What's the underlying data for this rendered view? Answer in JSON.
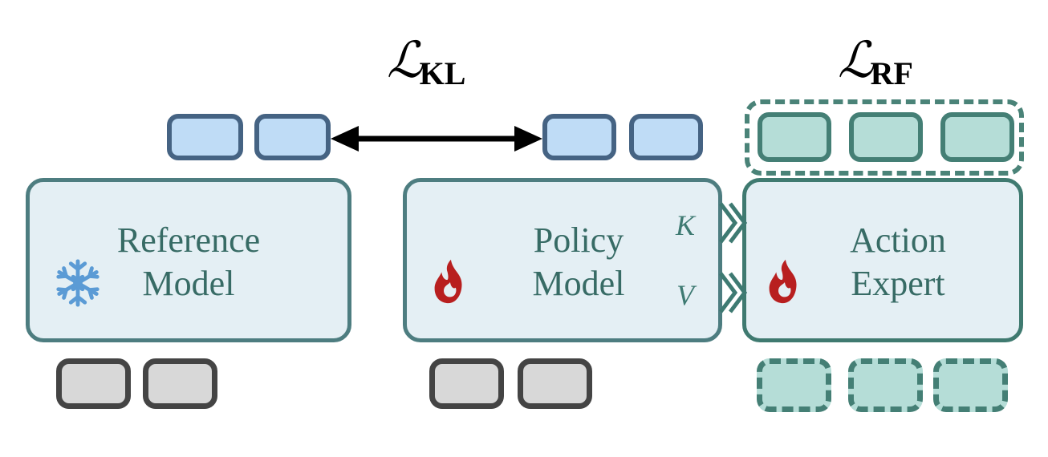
{
  "diagram": {
    "title_labels": [
      {
        "id": "kl",
        "script": "L",
        "subscript": "KL"
      },
      {
        "id": "rf",
        "script": "L",
        "subscript": "RF"
      }
    ],
    "boxes": [
      {
        "id": "reference",
        "line1": "Reference",
        "line2": "Model",
        "icon": "snowflake-icon"
      },
      {
        "id": "policy",
        "line1": "Policy",
        "line2": "Model",
        "icon": "fire-icon"
      },
      {
        "id": "action_expert",
        "line1": "Action",
        "line2": "Expert",
        "icon": "fire-icon"
      }
    ],
    "attention_labels": [
      {
        "id": "k",
        "text": "K"
      },
      {
        "id": "v",
        "text": "V"
      }
    ],
    "tokens": {
      "reference_output": {
        "count": 2,
        "style": "blue"
      },
      "policy_output": {
        "count": 2,
        "style": "blue"
      },
      "action_output": {
        "count": 3,
        "style": "teal-solid"
      },
      "reference_input": {
        "count": 2,
        "style": "grey"
      },
      "policy_input": {
        "count": 2,
        "style": "grey"
      },
      "action_input": {
        "count": 3,
        "style": "teal-dashed"
      }
    },
    "arrows": [
      {
        "id": "kl-arrow",
        "type": "double-headed",
        "direction": "horizontal"
      },
      {
        "id": "k-chevron",
        "type": "chevron-right"
      },
      {
        "id": "v-chevron",
        "type": "chevron-right"
      }
    ],
    "colors": {
      "box_fill": "#e4eff4",
      "box_border": "#4d7d80",
      "box_text": "#376b65",
      "blue_token_fill": "#bfdcf6",
      "blue_token_border": "#456383",
      "grey_token_fill": "#d8d8d8",
      "grey_token_border": "#444444",
      "teal_token_fill": "#b5ddd7",
      "teal_token_border": "#447f75",
      "dashed_group_border": "#4a8378",
      "arrow": "#000000",
      "snowflake": "#5b9bd5",
      "fire": "#b81f1f"
    }
  }
}
